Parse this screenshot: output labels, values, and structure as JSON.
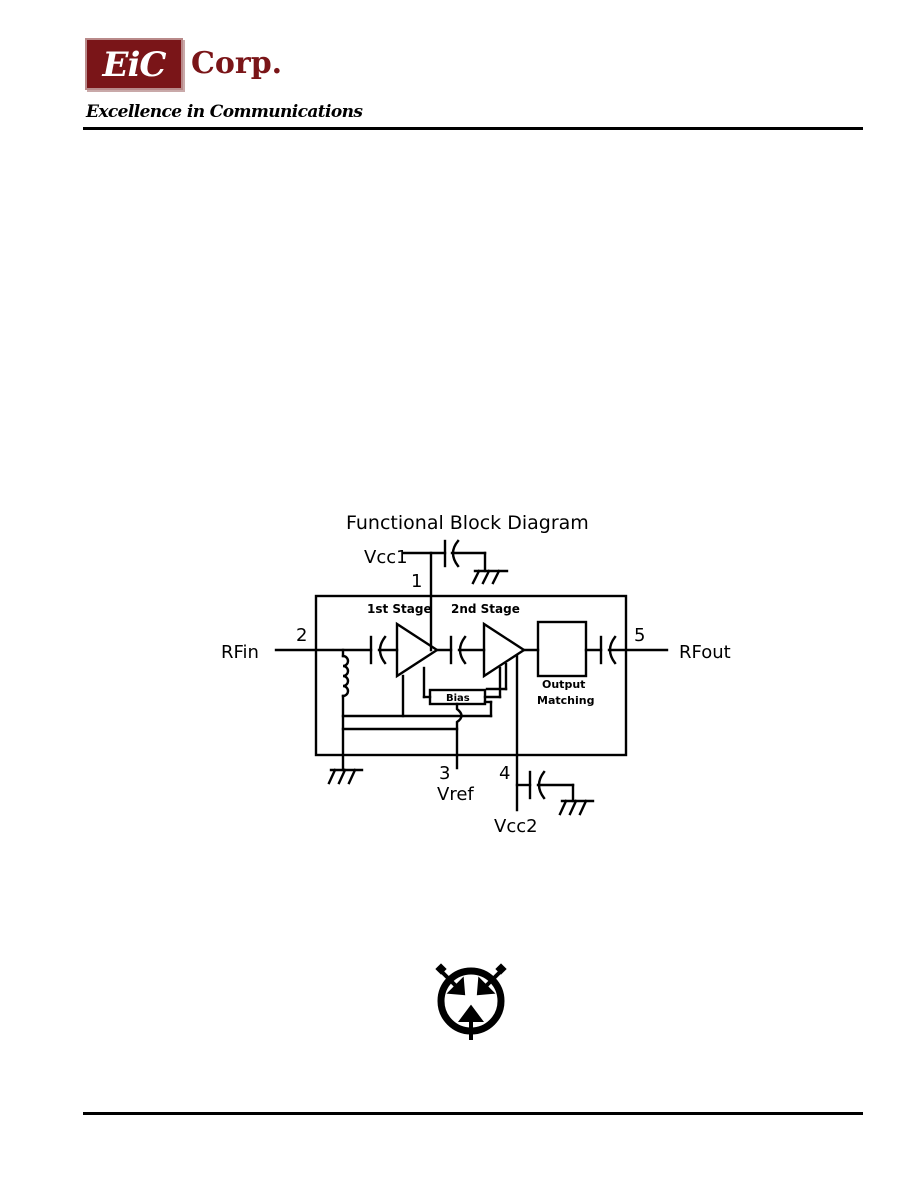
{
  "header": {
    "logo_mark": "EiC",
    "logo_suffix": "Corp.",
    "tagline": "Excellence in Communications"
  },
  "diagram": {
    "title": "Functional Block Diagram",
    "pins": {
      "vcc1": {
        "number": "1",
        "label": "Vcc1"
      },
      "rfin": {
        "number": "2",
        "label": "RFin"
      },
      "vref": {
        "number": "3",
        "label": "Vref"
      },
      "vcc2": {
        "number": "4",
        "label": "Vcc2"
      },
      "rfout": {
        "number": "5",
        "label": "RFout"
      }
    },
    "stage1_label": "1st Stage",
    "stage2_label": "2nd Stage",
    "bias_label": "Bias",
    "output_matching_label_line1": "Output",
    "output_matching_label_line2": "Matching"
  },
  "colors": {
    "brand": "#7a1518",
    "ink": "#000000",
    "background": "#ffffff"
  },
  "icons": [
    "esd-sensitive-icon",
    "ground-icon",
    "capacitor-icon",
    "inductor-icon"
  ]
}
